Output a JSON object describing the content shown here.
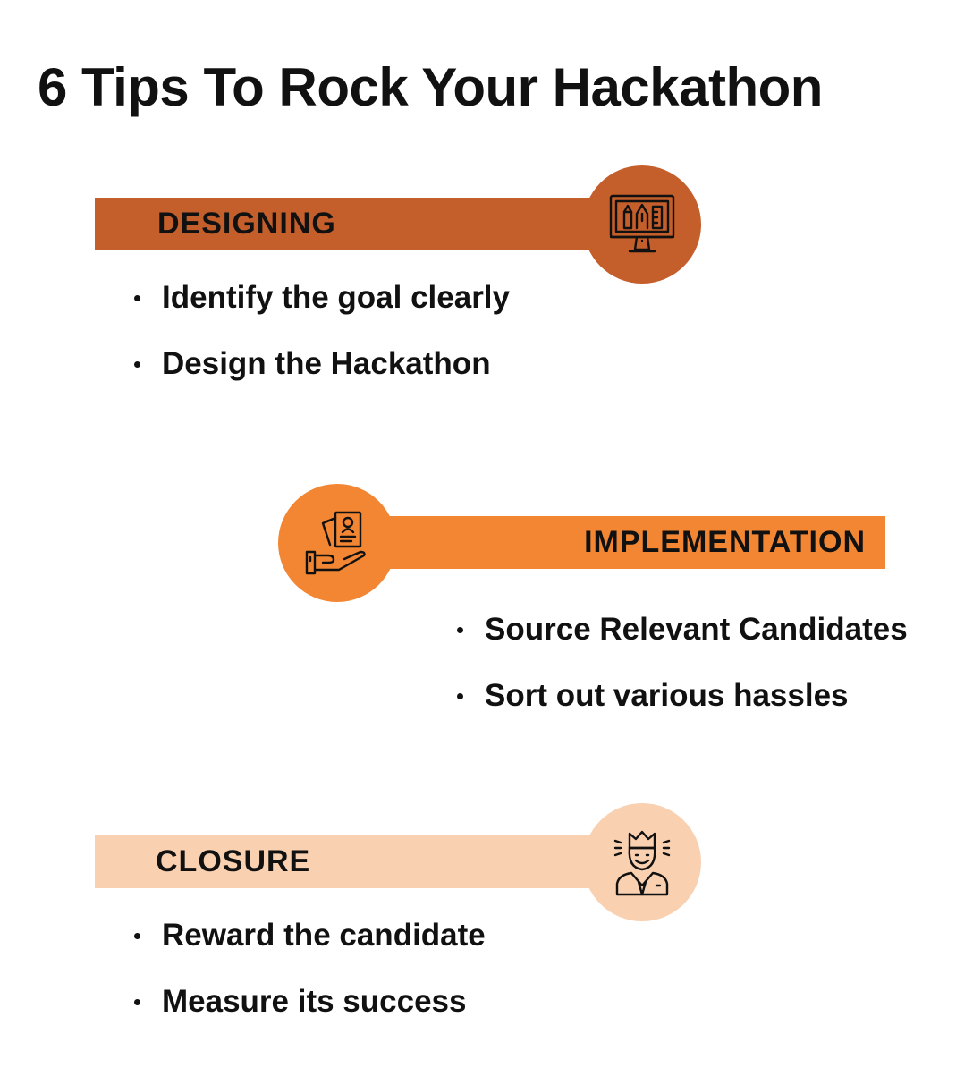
{
  "title": "6 Tips To Rock Your Hackathon",
  "colors": {
    "designing": "#c45f2b",
    "implementation": "#f28633",
    "closure": "#f9d0b0",
    "text": "#111111"
  },
  "sections": [
    {
      "label": "DESIGNING",
      "icon": "computer-design-icon",
      "tips": [
        "Identify the goal clearly",
        "Design the Hackathon"
      ]
    },
    {
      "label": "IMPLEMENTATION",
      "icon": "hand-resume-icon",
      "tips": [
        "Source Relevant Candidates",
        "Sort out various hassles"
      ]
    },
    {
      "label": "CLOSURE",
      "icon": "crowned-winner-icon",
      "tips": [
        "Reward the candidate",
        "Measure its success"
      ]
    }
  ]
}
